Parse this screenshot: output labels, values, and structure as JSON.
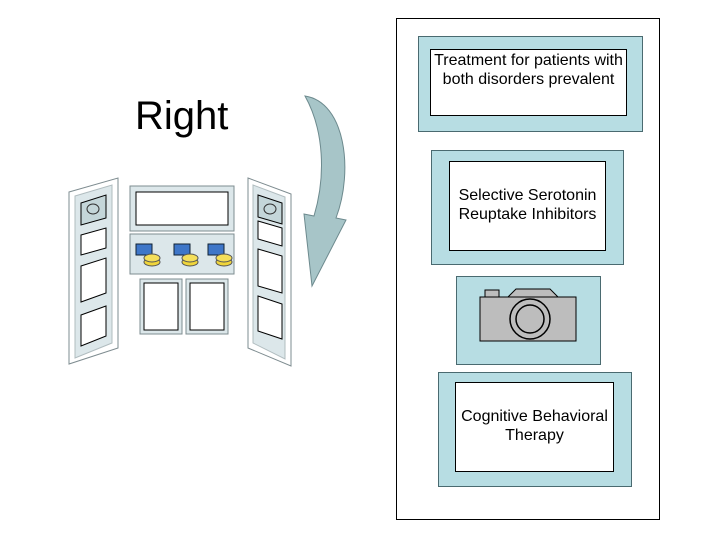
{
  "slide": {
    "title": "Right"
  },
  "right_panel": {
    "boxes": [
      {
        "text": "Treatment for patients with both disorders prevalent"
      },
      {
        "text": "Selective Serotonin Reuptake Inhibitors"
      },
      {
        "icon": "camera-icon"
      },
      {
        "text": "Cognitive Behavioral Therapy"
      }
    ]
  },
  "colors": {
    "box_fill": "#b7dde3",
    "arrow_fill": "#a7c5c8",
    "camera_fill": "#bdbdbd"
  }
}
